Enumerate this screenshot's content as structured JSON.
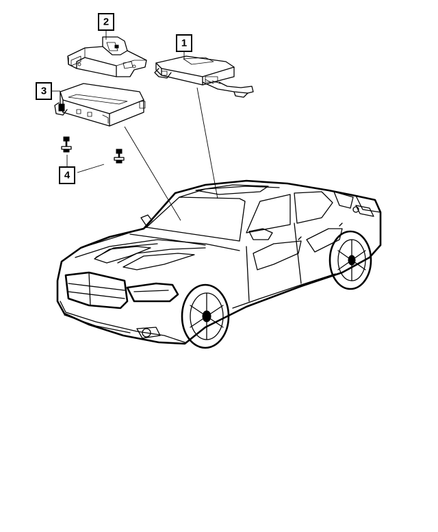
{
  "callouts": [
    {
      "id": "1",
      "label": "1",
      "part": "module-1"
    },
    {
      "id": "2",
      "label": "2",
      "part": "bracket"
    },
    {
      "id": "3",
      "label": "3",
      "part": "module-3"
    },
    {
      "id": "4",
      "label": "4",
      "part": "screws"
    }
  ],
  "colors": {
    "line": "#000000",
    "background": "#ffffff"
  }
}
